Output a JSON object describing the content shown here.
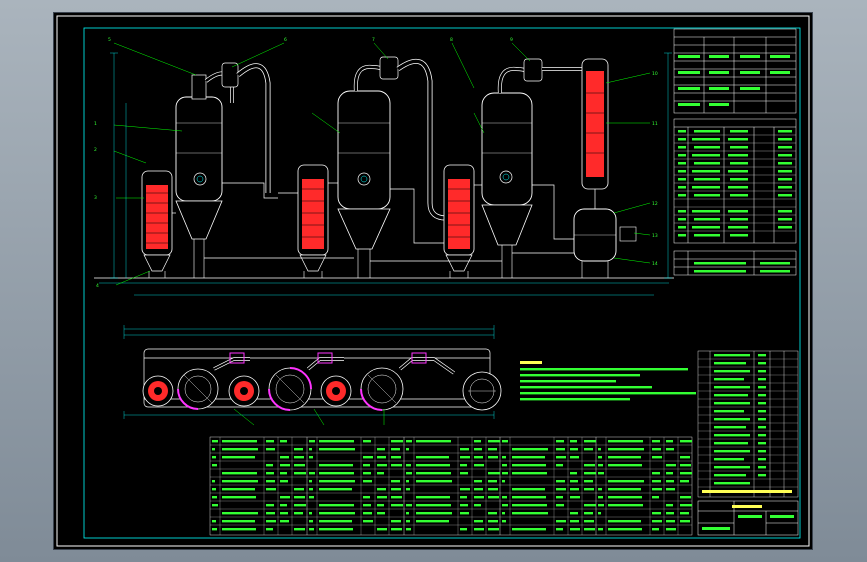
{
  "sheet": {
    "background": "#000000",
    "frame_color": "#ffffff",
    "inner_frame_color": "#00ffff"
  },
  "colors": {
    "vessel": "#ffffff",
    "tube_bundle": "#ff2a2a",
    "column_fill": "#ff2a2a",
    "leader": "#00ff00",
    "dimension": "#00ffff",
    "table_line": "#ffffff",
    "table_text": "#33ff33",
    "annotation": "#ffff55",
    "flange": "#ff33ff",
    "pipe": "#ffffff"
  },
  "icons": {
    "evaporator": "vessel-shape",
    "heater": "tube-bundle-shape",
    "separator": "cyclone-shape",
    "condenser": "column-shape",
    "receiver": "tank-shape"
  },
  "equipment": {
    "front_view_count": 7,
    "plan_view_count": 7
  }
}
